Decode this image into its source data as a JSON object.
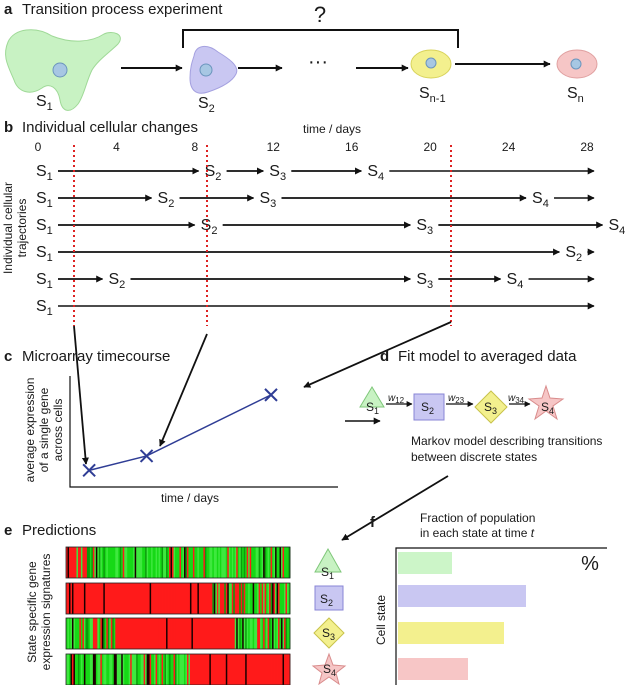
{
  "panel_a": {
    "label": "a",
    "title": "Transition process experiment",
    "question": "?",
    "ellipsis": "···",
    "states": [
      {
        "letter": "S",
        "index": "1"
      },
      {
        "letter": "S",
        "index": "2"
      },
      {
        "letter": "S",
        "index": "n-1"
      },
      {
        "letter": "S",
        "index": "n"
      }
    ]
  },
  "panel_b": {
    "label": "b",
    "title": "Individual cellular changes",
    "time_axis_label": "time / days",
    "ticks": [
      "0",
      "4",
      "8",
      "12",
      "16",
      "20",
      "24",
      "28"
    ],
    "y_label_line1": "Individual cellular",
    "y_label_line2": "trajectories",
    "x_range_days": [
      0,
      28
    ],
    "sampling_days": [
      2,
      8,
      21
    ],
    "trajectories": [
      [
        {
          "letter": "S",
          "index": "1",
          "day": 0
        },
        {
          "letter": "S",
          "index": "2",
          "day": 8.7
        },
        {
          "letter": "S",
          "index": "3",
          "day": 12
        },
        {
          "letter": "S",
          "index": "4",
          "day": 17
        }
      ],
      [
        {
          "letter": "S",
          "index": "1",
          "day": 0
        },
        {
          "letter": "S",
          "index": "2",
          "day": 6.3
        },
        {
          "letter": "S",
          "index": "3",
          "day": 11.5
        },
        {
          "letter": "S",
          "index": "4",
          "day": 25.4
        }
      ],
      [
        {
          "letter": "S",
          "index": "1",
          "day": 0
        },
        {
          "letter": "S",
          "index": "2",
          "day": 8.5
        },
        {
          "letter": "S",
          "index": "3",
          "day": 19.5
        },
        {
          "letter": "S",
          "index": "4",
          "day": 29.3
        }
      ],
      [
        {
          "letter": "S",
          "index": "1",
          "day": 0
        },
        {
          "letter": "S",
          "index": "2",
          "day": 27.1
        }
      ],
      [
        {
          "letter": "S",
          "index": "1",
          "day": 0
        },
        {
          "letter": "S",
          "index": "2",
          "day": 3.8
        },
        {
          "letter": "S",
          "index": "3",
          "day": 19.5
        },
        {
          "letter": "S",
          "index": "4",
          "day": 24.1
        }
      ],
      [
        {
          "letter": "S",
          "index": "1",
          "day": 0
        }
      ]
    ]
  },
  "panel_c": {
    "label": "c",
    "title": "Microarray timecourse",
    "y_label_lines": [
      "average expression",
      "of a single gene",
      "across cells"
    ],
    "x_label": "time / days",
    "points": [
      {
        "day": 2,
        "level": 0.15
      },
      {
        "day": 8,
        "level": 0.28
      },
      {
        "day": 21,
        "level": 0.83
      }
    ]
  },
  "panel_d": {
    "label": "d",
    "title": "Fit model to averaged data",
    "states": [
      {
        "letter": "S",
        "index": "1"
      },
      {
        "letter": "S",
        "index": "2"
      },
      {
        "letter": "S",
        "index": "3"
      },
      {
        "letter": "S",
        "index": "4"
      }
    ],
    "weights": [
      {
        "letter": "w",
        "index": "12"
      },
      {
        "letter": "w",
        "index": "23"
      },
      {
        "letter": "w",
        "index": "34"
      }
    ],
    "caption_lines": [
      "Markov model describing transitions",
      "between discrete states"
    ]
  },
  "panel_e": {
    "label": "e",
    "title": "Predictions",
    "y_label_lines": [
      "State specific gene",
      "expression signatures"
    ],
    "colors": {
      "high": "#ff1a1a",
      "low": "#16d916",
      "neutral": "#1a0000"
    },
    "states": [
      {
        "letter": "S",
        "index": "1"
      },
      {
        "letter": "S",
        "index": "2"
      },
      {
        "letter": "S",
        "index": "3"
      },
      {
        "letter": "S",
        "index": "4"
      }
    ]
  },
  "panel_f": {
    "label": "f",
    "title_lines": [
      "Fraction of population",
      "in each state at time "
    ],
    "title_time_symbol": "t",
    "unit_symbol": "%",
    "y_label": "Cell state",
    "bars": [
      {
        "state": "S1",
        "fraction": 0.27,
        "color": "#ccf5c8"
      },
      {
        "state": "S2",
        "fraction": 0.64,
        "color": "#c9c7f2"
      },
      {
        "state": "S3",
        "fraction": 0.53,
        "color": "#f3f08e"
      },
      {
        "state": "S4",
        "fraction": 0.35,
        "color": "#f7c6c6"
      }
    ]
  }
}
